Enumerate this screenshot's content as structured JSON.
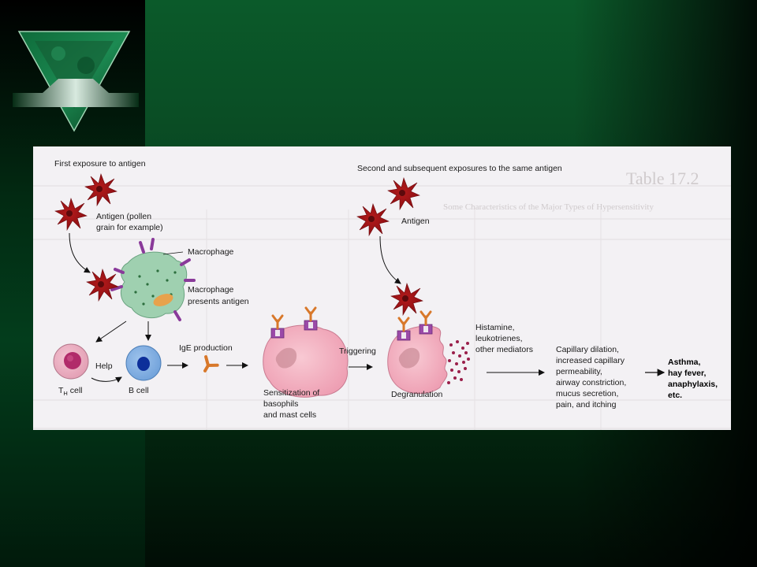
{
  "slide": {
    "colors": {
      "green_dark": "#032a13",
      "green_light": "#0b5a2a",
      "panel": "#f3f1f4"
    },
    "logo_icon": "green-marble-triangle-icon"
  },
  "diagram": {
    "first_exposure": "First exposure to antigen",
    "second_exposure": "Second and subsequent exposures to the same antigen",
    "antigen_line1": "Antigen (pollen",
    "antigen_line2": "grain for example)",
    "antigen_right": "Antigen",
    "macrophage": "Macrophage",
    "macrophage_presents_1": "Macrophage",
    "macrophage_presents_2": "presents antigen",
    "th_cell_t": "T",
    "th_cell_h": "H",
    "th_cell_rest": " cell",
    "help": "Help",
    "b_cell": "B cell",
    "ige_production": "IgE production",
    "sensitization_1": "Sensitization of",
    "sensitization_2": "basophils",
    "sensitization_3": "and mast cells",
    "triggering": "Triggering",
    "degranulation": "Degranulation",
    "mediators_1": "Histamine,",
    "mediators_2": "leukotrienes,",
    "mediators_3": "other mediators",
    "effects_1": "Capillary dilation,",
    "effects_2": "increased capillary",
    "effects_3": "permeability,",
    "effects_4": "airway constriction,",
    "effects_5": "mucus secretion,",
    "effects_6": "pain, and itching",
    "outcome_1": "Asthma,",
    "outcome_2": "hay fever,",
    "outcome_3": "anaphylaxis,",
    "outcome_4": "etc."
  },
  "background_text": {
    "table_title": "Table 17.2",
    "table_subtitle": "Some Characteristics of the Major Types of Hypersensitivity"
  }
}
